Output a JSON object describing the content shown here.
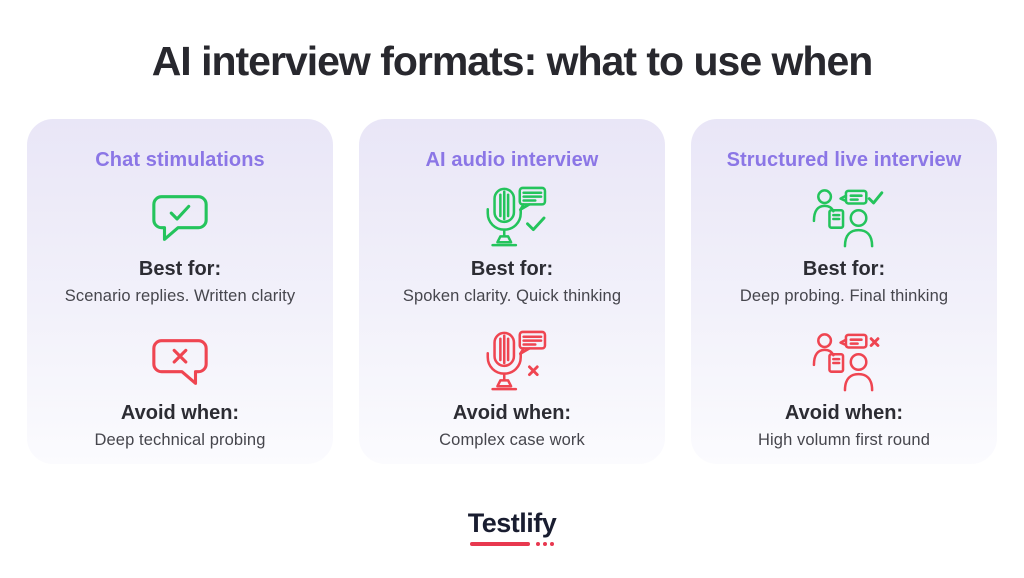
{
  "page": {
    "title": "AI interview formats: what to use when"
  },
  "colors": {
    "accent_purple": "#8b76e6",
    "positive_green": "#24c45c",
    "negative_red": "#ef4551",
    "heading_dark": "#28282e",
    "label_dark": "#2c2c33",
    "body_text": "#46464d",
    "card_top": "#e9e6f7",
    "card_bottom": "#fbfbfe",
    "logo_navy": "#191d30",
    "logo_red": "#e8384f",
    "page_bg": "#ffffff"
  },
  "cards": [
    {
      "title": "Chat stimulations",
      "best": {
        "icon": "chat-bubble-check-icon",
        "label": "Best for:",
        "text": "Scenario replies. Written clarity"
      },
      "avoid": {
        "icon": "chat-bubble-x-icon",
        "label": "Avoid when:",
        "text": "Deep technical probing"
      }
    },
    {
      "title": "AI audio interview",
      "best": {
        "icon": "microphone-chat-check-icon",
        "label": "Best for:",
        "text": "Spoken clarity. Quick thinking"
      },
      "avoid": {
        "icon": "microphone-chat-x-icon",
        "label": "Avoid when:",
        "text": "Complex case work"
      }
    },
    {
      "title": "Structured live interview",
      "best": {
        "icon": "interviewer-candidate-check-icon",
        "label": "Best for:",
        "text": "Deep probing. Final thinking"
      },
      "avoid": {
        "icon": "interviewer-candidate-x-icon",
        "label": "Avoid when:",
        "text": "High volumn first round"
      }
    }
  ],
  "footer": {
    "logo_text": "Testlify"
  }
}
